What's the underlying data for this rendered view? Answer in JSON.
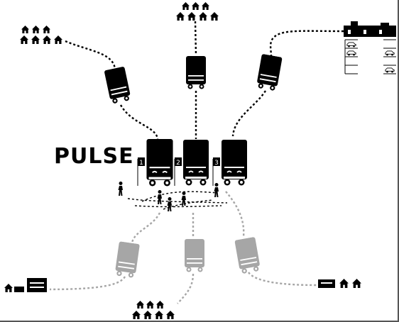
{
  "title": "PULSE",
  "bays": [
    "1",
    "2",
    "3"
  ],
  "colors": {
    "outbound": "#000000",
    "inbound": "#a6a6a6",
    "background": "#ffffff"
  },
  "icons": {
    "bus": "bus-icon",
    "house": "house-icon",
    "person": "person-icon",
    "car": "car-icon",
    "building": "building-icon"
  }
}
